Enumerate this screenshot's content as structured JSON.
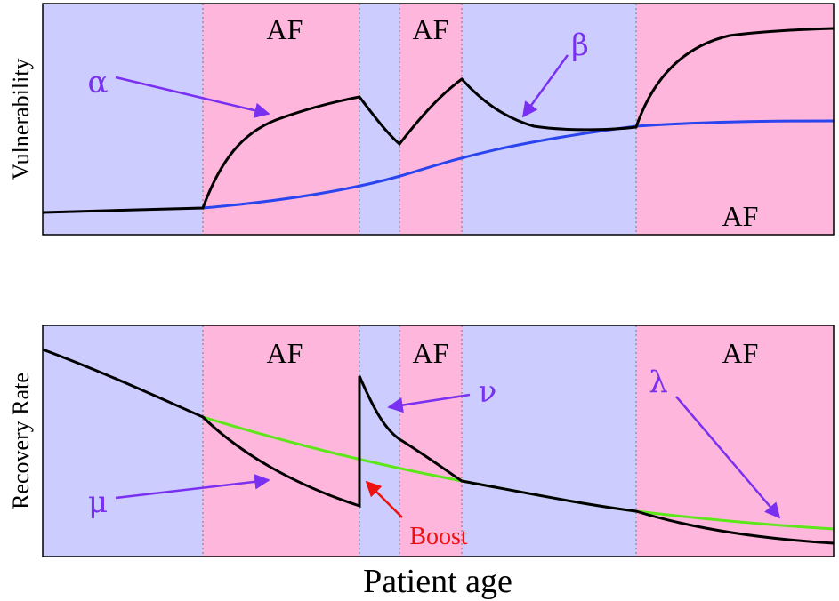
{
  "x_label": "Patient age",
  "colors": {
    "sinus_band": "#ccccff",
    "af_band": "#ffb6dc",
    "state_curve": "#000000",
    "vulnerability_baseline": "#2a44ee",
    "recovery_baseline": "#5de619",
    "annotation": "#7a30f0",
    "boost": "#ee1111",
    "frame": "#000000"
  },
  "panels": [
    {
      "id": "vulnerability",
      "y_label": "Vulnerability",
      "band_labels": [
        "AF",
        "AF",
        "AF"
      ],
      "annotations": [
        {
          "symbol": "α",
          "kind": "greek"
        },
        {
          "symbol": "β",
          "kind": "greek"
        }
      ]
    },
    {
      "id": "recovery",
      "y_label": "Recovery Rate",
      "band_labels": [
        "AF",
        "AF",
        "AF"
      ],
      "annotations": [
        {
          "symbol": "ν",
          "kind": "greek"
        },
        {
          "symbol": "λ",
          "kind": "greek"
        },
        {
          "symbol": "μ",
          "kind": "greek"
        },
        {
          "symbol": "Boost",
          "kind": "boost"
        }
      ]
    }
  ]
}
